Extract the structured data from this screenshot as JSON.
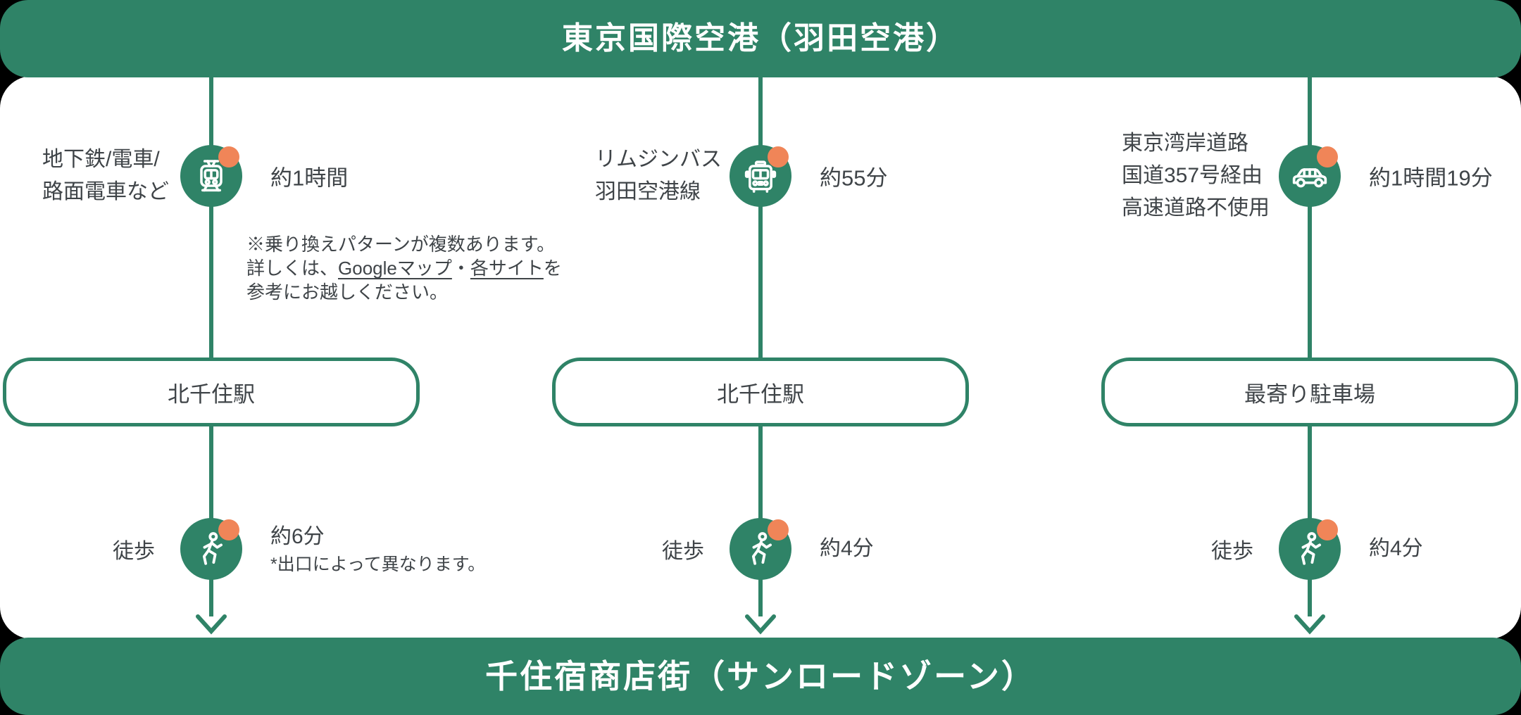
{
  "header": {
    "title": "東京国際空港（羽田空港）"
  },
  "footer": {
    "title": "千住宿商店街（サンロードゾーン）"
  },
  "colors": {
    "green": "#2F8367",
    "orange_badge": "#F08558",
    "text": "#3F4448",
    "card": "#FFFFFF",
    "background": "#000000"
  },
  "routes": [
    {
      "id": "train",
      "icon": "train-icon",
      "mode_lines": [
        "地下鉄/電車/",
        "路面電車など"
      ],
      "duration": "約1時間",
      "note": {
        "line1": "※乗り換えパターンが複数あります。",
        "line2_pre": "詳しくは、",
        "link1": "Googleマップ",
        "separator": "・",
        "link2": "各サイト",
        "line2_post": "を",
        "line3": "参考にお越しください。"
      },
      "waypoint": "北千住駅",
      "walk": {
        "label": "徒歩",
        "duration": "約6分",
        "note": "*出口によって異なります。"
      }
    },
    {
      "id": "bus",
      "icon": "bus-icon",
      "mode_lines": [
        "リムジンバス",
        "羽田空港線"
      ],
      "duration": "約55分",
      "waypoint": "北千住駅",
      "walk": {
        "label": "徒歩",
        "duration": "約4分"
      }
    },
    {
      "id": "car",
      "icon": "car-icon",
      "mode_lines": [
        "東京湾岸道路",
        "国道357号経由",
        "高速道路不使用"
      ],
      "duration": "約1時間19分",
      "waypoint": "最寄り駐車場",
      "walk": {
        "label": "徒歩",
        "duration": "約4分"
      }
    }
  ]
}
